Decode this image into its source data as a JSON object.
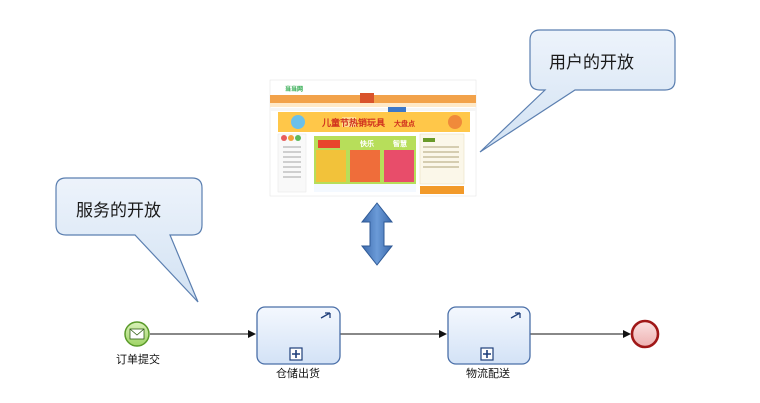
{
  "callouts": {
    "user_open": "用户的开放",
    "service_open": "服务的开放"
  },
  "process": {
    "start_event_label": "订单提交",
    "task1_label": "仓储出货",
    "task2_label": "物流配送"
  },
  "website_thumbnail": {
    "logo_text": "当当网",
    "banner_text": "儿童节热销玩具",
    "banner_badge": "大盘点",
    "promo_text_1": "快乐",
    "promo_text_2": "智慧"
  },
  "colors": {
    "callout_fill": "#dce8f5",
    "callout_stroke": "#5b7fb0",
    "task_fill": "#e3eefb",
    "task_stroke": "#4a6fa8",
    "start_fill": "#b8e08a",
    "start_stroke": "#5a9a2a",
    "end_fill": "#f3c4c4",
    "end_stroke": "#a01818",
    "double_arrow": "#4f7fc0"
  }
}
